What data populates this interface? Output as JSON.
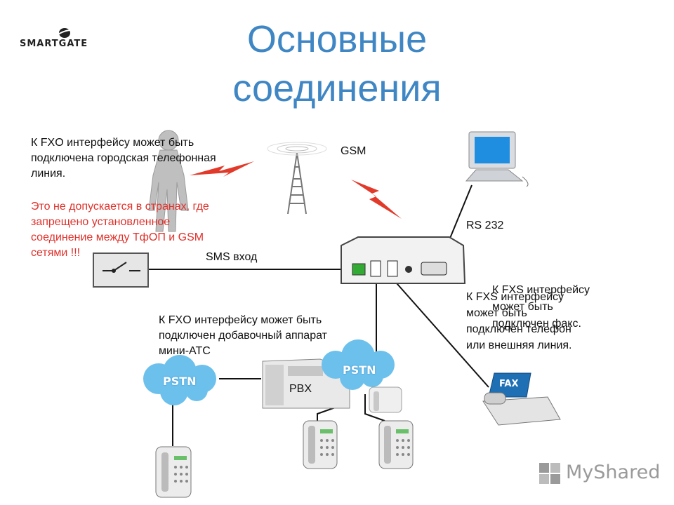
{
  "logo": {
    "text": "SMARTGATE"
  },
  "title": {
    "line1": "Основные",
    "line2": "соединения"
  },
  "notes": {
    "fxo_city_1": "К FXO интерфейсу может быть",
    "fxo_city_2": "подключена городская телефонная",
    "fxo_city_3": "линия.",
    "warning_1": "Это не допускается в странах, где",
    "warning_2": "запрещено установленное",
    "warning_3": "соединение между ТфОП и GSM",
    "warning_4": "сетями !!!",
    "fxo_pbx_1": "К FXO интерфейсу может быть",
    "fxo_pbx_2": "подключен добавочный аппарат",
    "fxo_pbx_3": "мини-АТС",
    "fxs_phone_1": "К FXS интерфейсу",
    "fxs_phone_2": "может быть",
    "fxs_phone_3": "подключен телефон",
    "fxs_phone_4": "или внешняя линия.",
    "fxs_fax_1": "К FXS интерфейсу",
    "fxs_fax_2": "может быть",
    "fxs_fax_3": "подключен факс."
  },
  "labels": {
    "gsm": "GSM",
    "rs232": "RS 232",
    "sms": "SMS вход",
    "pbx": "PBX",
    "pstn_left": "PSTN",
    "pstn_right": "PSTN",
    "fax": "FAX"
  },
  "watermark": {
    "text": "MyShared"
  },
  "colors": {
    "title": "#3f86c4",
    "warning": "#e0302a",
    "cloud": "#6cc0ec",
    "line": "#111111"
  }
}
